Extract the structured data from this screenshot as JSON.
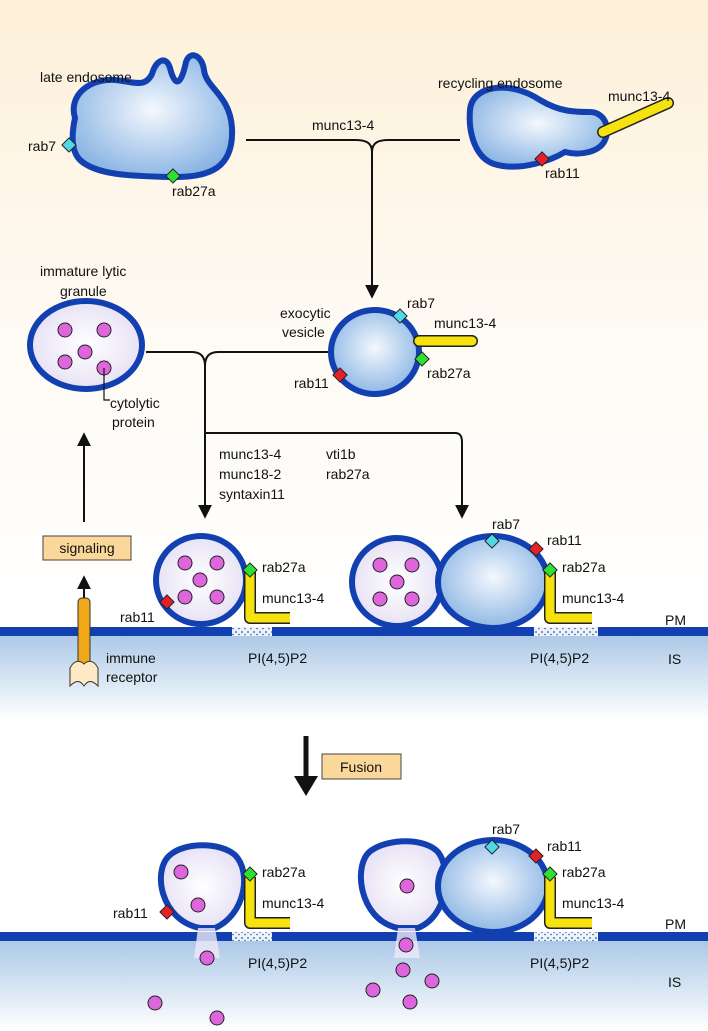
{
  "colors": {
    "membrane": "#1240b0",
    "vesicle_fill_light": "#eaf2fb",
    "vesicle_fill_mid": "#8fb8e6",
    "granule_fill": "#eee8f8",
    "protein": "#dd66dd",
    "munc13_4": "#f6e20e",
    "rab7": "#4fd9e6",
    "rab11": "#e62028",
    "rab27a": "#2ee034",
    "receptor": "#f0a818",
    "label_box": "#fbd89a",
    "cytosol_top": "#fdf1dc",
    "synapse_blue": "#a9c7e6"
  },
  "labels": {
    "late_endosome": "late endosome",
    "recycling_endosome": "recycling endosome",
    "munc13_4": "munc13-4",
    "rab7": "rab7",
    "rab27a": "rab27a",
    "rab11": "rab11",
    "immature_lytic_granule_1": "immature lytic",
    "immature_lytic_granule_2": "granule",
    "exocytic_vesicle_1": "exocytic",
    "exocytic_vesicle_2": "vesicle",
    "cytolytic_protein_1": "cytolytic",
    "cytolytic_protein_2": "protein",
    "factors_left": [
      "munc13-4",
      "munc18-2",
      "syntaxin11"
    ],
    "factors_right": [
      "vti1b",
      "rab27a"
    ],
    "signaling": "signaling",
    "immune_receptor_1": "immune",
    "immune_receptor_2": "receptor",
    "pip2": "PI(4,5)P2",
    "pm": "PM",
    "is": "IS",
    "fusion": "Fusion"
  },
  "icons": [
    "rab7-diamond",
    "rab11-diamond",
    "rab27a-diamond",
    "munc13-4-rod",
    "cytolytic-protein-dot",
    "immune-receptor",
    "arrow"
  ]
}
